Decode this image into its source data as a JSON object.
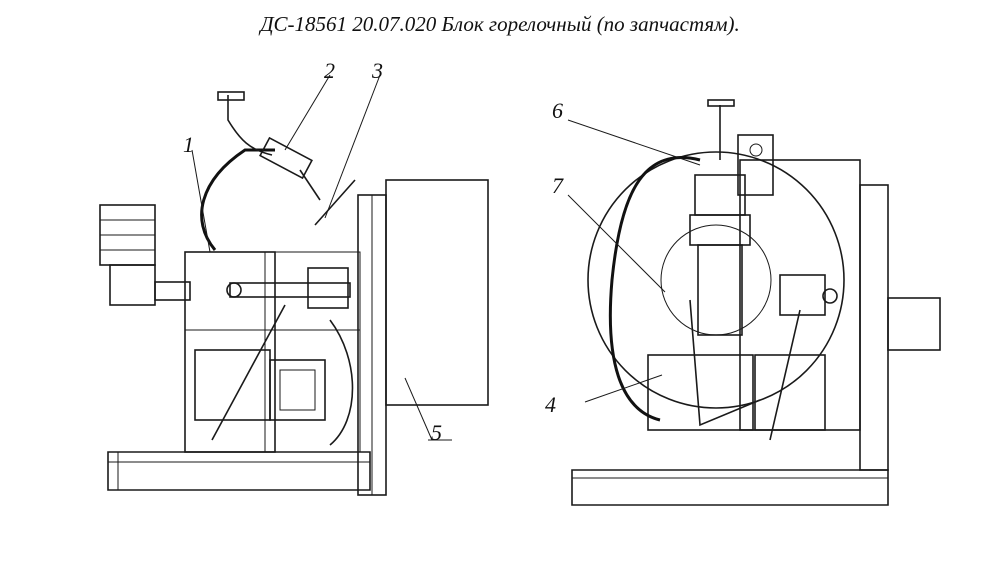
{
  "title": "ДС-18561 20.07.020  Блок горелочный (по запчастям).",
  "callouts": {
    "c1": "1",
    "c2": "2",
    "c3": "3",
    "c4": "4",
    "c5": "5",
    "c6": "6",
    "c7": "7"
  }
}
